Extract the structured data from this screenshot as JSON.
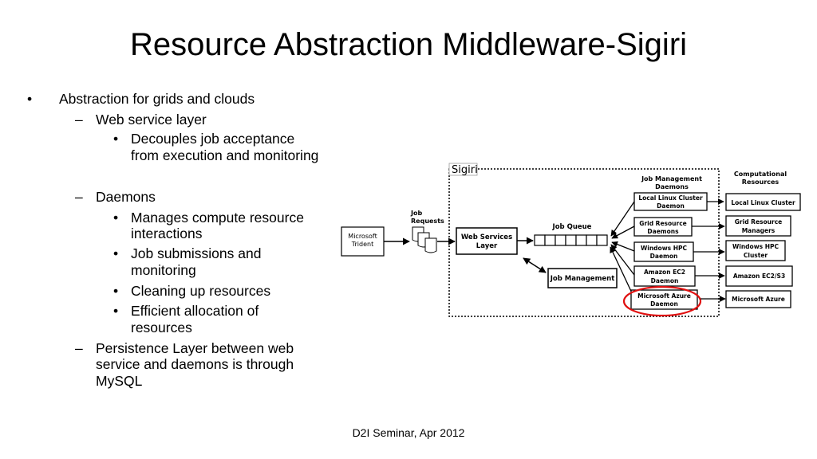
{
  "slide": {
    "title": "Resource Abstraction Middleware-Sigiri",
    "footer": "D2I Seminar, Apr 2012"
  },
  "bullets": {
    "b1": "Abstraction for grids and clouds",
    "b1_1": "Web service layer",
    "b1_1_1_l1": "Decouples job acceptance",
    "b1_1_1_l2": "from execution and monitoring",
    "b1_2": "Daemons",
    "b1_2_1_l1": "Manages compute resource",
    "b1_2_1_l2": "interactions",
    "b1_2_2_l1": "Job submissions and",
    "b1_2_2_l2": "monitoring",
    "b1_2_3": "Cleaning up resources",
    "b1_2_4_l1": "Efficient allocation of",
    "b1_2_4_l2": "resources",
    "b1_3_l1": "Persistence Layer between web",
    "b1_3_l2": "service and daemons is through",
    "b1_3_l3": "MySQL",
    "marker_bullet": "•",
    "marker_dash": "–"
  },
  "diagram": {
    "sigiri_label": "Sigiri",
    "client_l1": "Microsoft",
    "client_l2": "Trident",
    "job_requests_l1": "Job",
    "job_requests_l2": "Requests",
    "web_services_l1": "Web Services",
    "web_services_l2": "Layer",
    "job_queue": "Job Queue",
    "job_management": "Job Management",
    "daemons_header_l1": "Job Management",
    "daemons_header_l2": "Daemons",
    "resources_header_l1": "Computational",
    "resources_header_l2": "Resources",
    "daemons": [
      {
        "l1": "Local Linux Cluster",
        "l2": "Daemon"
      },
      {
        "l1": "Grid Resource",
        "l2": "Daemons"
      },
      {
        "l1": "Windows HPC",
        "l2": "Daemon"
      },
      {
        "l1": "Amazon EC2",
        "l2": "Daemon"
      },
      {
        "l1": "Microsoft Azure",
        "l2": "Daemon"
      }
    ],
    "resources": [
      {
        "l1": "Local Linux Cluster",
        "l2": ""
      },
      {
        "l1": "Grid Resource",
        "l2": "Managers"
      },
      {
        "l1": "Windows HPC",
        "l2": "Cluster"
      },
      {
        "l1": "Amazon EC2/S3",
        "l2": ""
      },
      {
        "l1": "Microsoft Azure",
        "l2": ""
      }
    ],
    "highlight_color": "#e01010"
  }
}
